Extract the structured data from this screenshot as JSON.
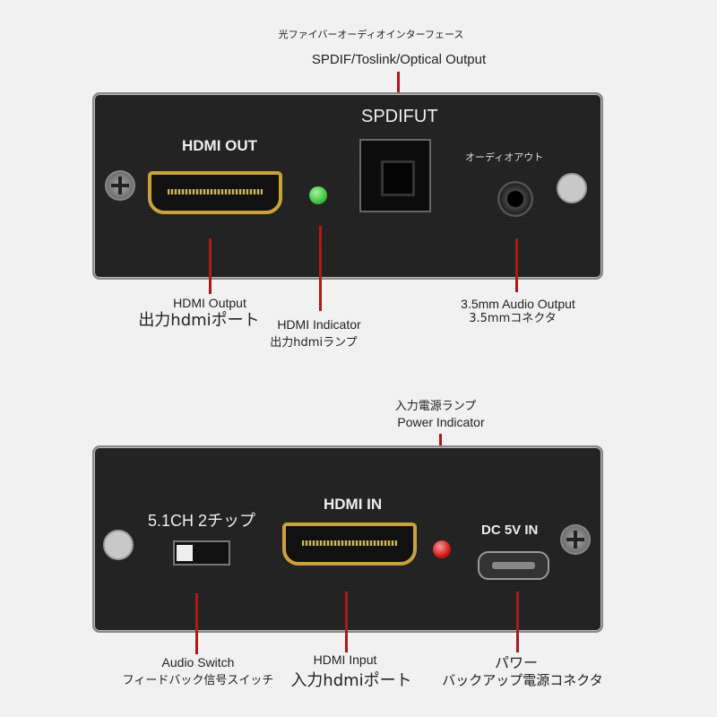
{
  "top": {
    "title_jp": "光ファイバーオーディオインターフェース",
    "title_en": "SPDIF/Toslink/Optical Output",
    "silk_spdif": "SPDIFUT",
    "silk_hdmi_out": "HDMI OUT",
    "silk_audio_out_jp": "オーディオアウト",
    "hdmi_output_en": "HDMI Output",
    "hdmi_output_jp": "出力hdmiポート",
    "hdmi_indicator_en": "HDMI Indicator",
    "hdmi_indicator_jp": "出力hdmiランプ",
    "audio_out_en": "3.5mm Audio  Output",
    "audio_out_jp": "3.5mmコネクタ",
    "led_color": "#3ec23e"
  },
  "bottom": {
    "power_ind_jp": "入力電源ランプ",
    "power_ind_en": "Power Indicator",
    "silk_chip": "5.1CH 2チップ",
    "silk_hdmi_in": "HDMI IN",
    "silk_dc": "DC 5V IN",
    "audio_switch_en": "Audio Switch",
    "audio_switch_jp": "フィードバック信号スイッチ",
    "hdmi_input_en": "HDMI Input",
    "hdmi_input_jp": "入力hdmiポート",
    "power_jp": "パワー",
    "power_conn_jp": "バックアップ電源コネクタ",
    "led_color": "#d01818"
  }
}
